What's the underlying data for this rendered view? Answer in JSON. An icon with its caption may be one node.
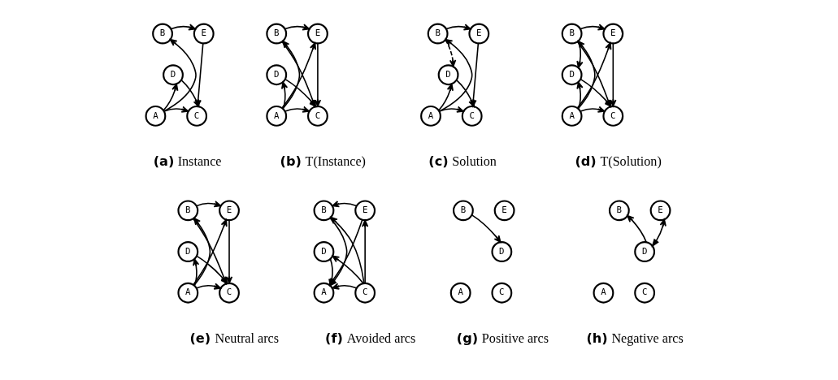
{
  "diagram": {
    "nodes": [
      {
        "text": [
          "E"
        ]
      },
      {
        "text": [
          "B"
        ]
      },
      {
        "text": [
          "D"
        ]
      },
      {
        "text": [
          "C"
        ]
      },
      {
        "text": [
          "A"
        ]
      },
      {
        "text": [
          "E"
        ]
      },
      {
        "text": [
          "B"
        ]
      },
      {
        "text": [
          "D"
        ]
      },
      {
        "text": [
          "C"
        ]
      },
      {
        "text": [
          "A"
        ]
      },
      {
        "text": [
          "E"
        ]
      },
      {
        "text": [
          "B"
        ]
      },
      {
        "text": [
          "D"
        ]
      },
      {
        "text": [
          "C"
        ]
      },
      {
        "text": [
          "A"
        ]
      },
      {
        "text": [
          "E"
        ]
      },
      {
        "text": [
          "B"
        ]
      },
      {
        "text": [
          "D"
        ]
      },
      {
        "text": [
          "C"
        ]
      },
      {
        "text": [
          "A"
        ]
      },
      {
        "text": [
          "E"
        ]
      },
      {
        "text": [
          "B"
        ]
      },
      {
        "text": [
          "D"
        ]
      },
      {
        "text": [
          "C"
        ]
      },
      {
        "text": [
          "A"
        ]
      },
      {
        "text": [
          "E"
        ]
      },
      {
        "text": [
          "B"
        ]
      },
      {
        "text": [
          "D"
        ]
      },
      {
        "text": [
          "C"
        ]
      },
      {
        "text": [
          "A"
        ]
      },
      {
        "text": [
          "E"
        ]
      },
      {
        "text": [
          "B"
        ]
      },
      {
        "text": [
          "D"
        ]
      },
      {
        "text": [
          "C"
        ]
      },
      {
        "text": [
          "A"
        ]
      },
      {
        "text": [
          "E"
        ]
      },
      {
        "text": [
          "B"
        ]
      },
      {
        "text": [
          "D"
        ]
      },
      {
        "text": [
          "C"
        ]
      },
      {
        "text": [
          "A"
        ]
      }
    ],
    "edges": [
      {
        "from": 4,
        "to": 1,
        "arrow": "to"
      },
      {
        "from": 1,
        "to": 0,
        "arrow": "to"
      },
      {
        "from": 4,
        "to": 2,
        "arrow": "to"
      },
      {
        "from": 2,
        "to": 3,
        "arrow": "to"
      },
      {
        "from": 0,
        "to": 3,
        "arrow": "to"
      },
      {
        "from": 4,
        "to": 3,
        "arrow": "to"
      },
      {
        "from": 9,
        "to": 6,
        "arrow": "to"
      },
      {
        "from": 6,
        "to": 5,
        "arrow": "to"
      },
      {
        "from": 9,
        "to": 5,
        "arrow": "to"
      },
      {
        "from": 9,
        "to": 7,
        "arrow": "to"
      },
      {
        "from": 7,
        "to": 8,
        "arrow": "to"
      },
      {
        "from": 6,
        "to": 8,
        "arrow": "to"
      },
      {
        "from": 5,
        "to": 8,
        "arrow": "to"
      },
      {
        "from": 9,
        "to": 8,
        "arrow": "to"
      },
      {
        "from": 14,
        "to": 11,
        "arrow": "to"
      },
      {
        "from": 11,
        "to": 10,
        "arrow": "to"
      },
      {
        "from": 11,
        "to": 12,
        "arrow": "to",
        "style": "dashed"
      },
      {
        "from": 14,
        "to": 12,
        "arrow": "to"
      },
      {
        "from": 12,
        "to": 13,
        "arrow": "to"
      },
      {
        "from": 10,
        "to": 13,
        "arrow": "to"
      },
      {
        "from": 14,
        "to": 13,
        "arrow": "to"
      },
      {
        "from": 19,
        "to": 16,
        "arrow": "to"
      },
      {
        "from": 16,
        "to": 15,
        "arrow": "to"
      },
      {
        "from": 19,
        "to": 15,
        "arrow": "to"
      },
      {
        "from": 16,
        "to": 17,
        "arrow": "to"
      },
      {
        "from": 19,
        "to": 17,
        "arrow": "to"
      },
      {
        "from": 17,
        "to": 18,
        "arrow": "to"
      },
      {
        "from": 16,
        "to": 18,
        "arrow": "to"
      },
      {
        "from": 15,
        "to": 18,
        "arrow": "to"
      },
      {
        "from": 19,
        "to": 18,
        "arrow": "to"
      },
      {
        "from": 24,
        "to": 21,
        "arrow": "to"
      },
      {
        "from": 21,
        "to": 20,
        "arrow": "to"
      },
      {
        "from": 24,
        "to": 20,
        "arrow": "to"
      },
      {
        "from": 24,
        "to": 22,
        "arrow": "to"
      },
      {
        "from": 22,
        "to": 23,
        "arrow": "to"
      },
      {
        "from": 21,
        "to": 23,
        "arrow": "to"
      },
      {
        "from": 20,
        "to": 23,
        "arrow": "to"
      },
      {
        "from": 24,
        "to": 23,
        "arrow": "to"
      },
      {
        "from": 26,
        "to": 29,
        "arrow": "to"
      },
      {
        "from": 25,
        "to": 26,
        "arrow": "to"
      },
      {
        "from": 25,
        "to": 29,
        "arrow": "to"
      },
      {
        "from": 27,
        "to": 29,
        "arrow": "to"
      },
      {
        "from": 28,
        "to": 27,
        "arrow": "to"
      },
      {
        "from": 28,
        "to": 26,
        "arrow": "to"
      },
      {
        "from": 28,
        "to": 25,
        "arrow": "to"
      },
      {
        "from": 28,
        "to": 29,
        "arrow": "to"
      },
      {
        "from": 31,
        "to": 32,
        "arrow": "to"
      },
      {
        "from": 37,
        "to": 36,
        "arrow": "to"
      },
      {
        "from": 37,
        "to": 35,
        "arrow": "both"
      }
    ],
    "labels": [
      "**(a)** Instance",
      "**(b)** T(Instance)",
      "**(c)** Solution",
      "**(d)** T(Solution)",
      "**(e)** Neutral arcs",
      "**(f)** Avoided arcs",
      "**(g)** Positive arcs",
      "**(h)** Negative arcs"
    ]
  }
}
